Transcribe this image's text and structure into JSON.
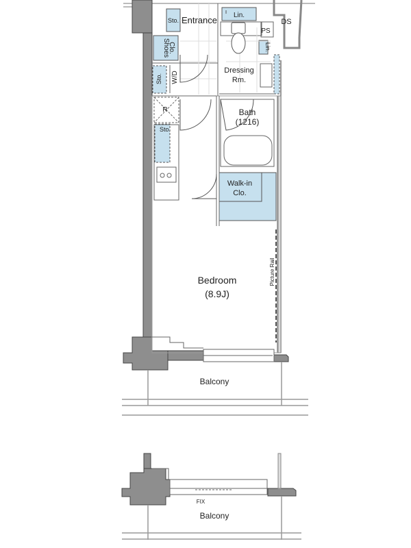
{
  "colors": {
    "wall": "#8e8e8e",
    "storage": "#c6e0ee",
    "line": "#555555"
  },
  "rooms": {
    "sto_entrance": "Sto.",
    "entrance": "Entrance",
    "lin_top": "Lin.",
    "ds": "DS",
    "ps": "PS",
    "lin_side": "Lin.",
    "shoes_clo_1": "Shoes",
    "shoes_clo_2": "Clo.",
    "sto_wd": "Sto.",
    "wd": "W/D",
    "dressing_1": "Dressing",
    "dressing_2": "Rm.",
    "r": "R",
    "bath": "Bath",
    "bath_size": "(1216)",
    "sto_kitchen": "Sto.",
    "walkin_1": "Walk-in",
    "walkin_2": "Clo.",
    "bedroom": "Bedroom",
    "bedroom_size": "(8.9J)",
    "picture_rail": "Picture Rail",
    "balcony_1": "Balcony",
    "fix": "FIX",
    "balcony_2": "Balcony"
  }
}
